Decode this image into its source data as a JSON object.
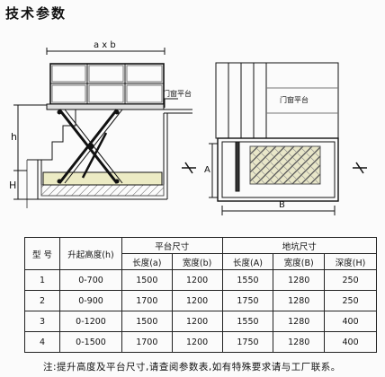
{
  "title": "技术参数",
  "drawing": {
    "dim_ab": "a x b",
    "dim_h": "h",
    "dim_H": "H",
    "dim_A": "A",
    "dim_B": "B",
    "label_side": "门窗平台",
    "label_top": "门窗平台"
  },
  "table": {
    "col_model": "型 号",
    "col_height": "升起高度(h)",
    "group_platform": "平台尺寸",
    "group_pit": "地坑尺寸",
    "sub_headers": [
      "长度(a)",
      "宽度(b)",
      "长度(A)",
      "宽度(B)",
      "深度(H)"
    ],
    "rows": [
      [
        "1",
        "0-700",
        "1500",
        "1200",
        "1550",
        "1280",
        "250"
      ],
      [
        "2",
        "0-900",
        "1700",
        "1200",
        "1750",
        "1280",
        "250"
      ],
      [
        "3",
        "0-1200",
        "1500",
        "1200",
        "1550",
        "1280",
        "400"
      ],
      [
        "4",
        "0-1500",
        "1700",
        "1200",
        "1750",
        "1280",
        "400"
      ]
    ]
  },
  "note": "注:提升高度及平台尺寸,请查阅参数表,如有特殊要求请与工厂联系。"
}
